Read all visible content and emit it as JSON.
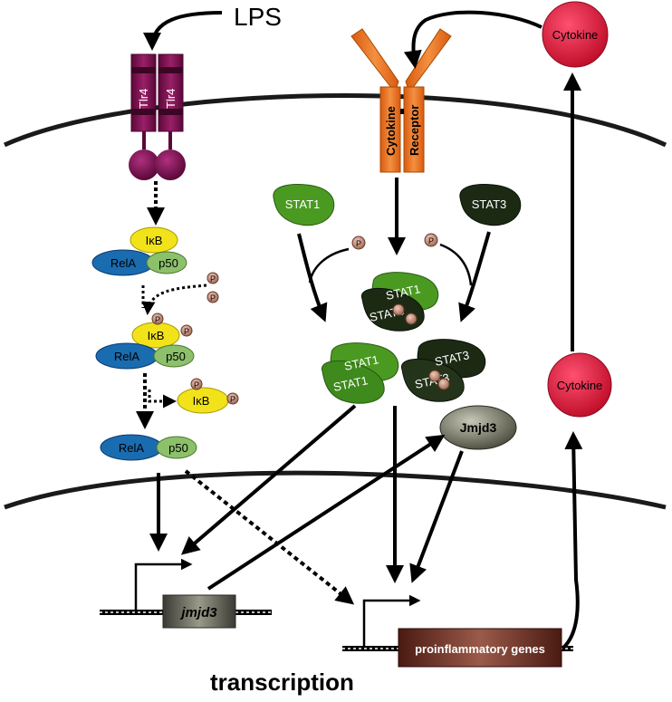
{
  "labels": {
    "lps": "LPS",
    "tlr4_left": "Tlr4",
    "tlr4_right": "Tlr4",
    "cytokine_top": "Cytokine",
    "cytokine_mid": "Cytokine",
    "receptor_left": "Cytokine",
    "receptor_right": "Receptor",
    "ikb_1": "IκB",
    "rela_1": "RelA",
    "p50_1": "p50",
    "ikb_2": "IκB",
    "rela_2": "RelA",
    "p50_2": "p50",
    "ikb_3": "IκB",
    "rela_3": "RelA",
    "p50_3": "p50",
    "phospho": "P",
    "stat1_free": "STAT1",
    "stat3_free": "STAT3",
    "dimer_het_top": "STAT1",
    "dimer_het_bottom": "STAT3",
    "dimer_11_top": "STAT1",
    "dimer_11_bottom": "STAT1",
    "dimer_33_top": "STAT3",
    "dimer_33_bottom": "STAT3",
    "jmjd3_protein": "Jmjd3",
    "jmjd3_gene": "jmjd3",
    "proinflammatory": "proinflammatory genes",
    "transcription": "transcription"
  },
  "colors": {
    "tlr4": "#7a1050",
    "receptor": "#e8701a",
    "cytokine": "#d8143c",
    "stat1": "#4a9a22",
    "stat3": "#1c2a14",
    "ikb": "#f2e21a",
    "rela": "#1a6cb0",
    "p50": "#8cc06a",
    "phospho": "#c89080",
    "jmjd3": "#5a5a4a",
    "gene_box": "#5a2a20"
  }
}
